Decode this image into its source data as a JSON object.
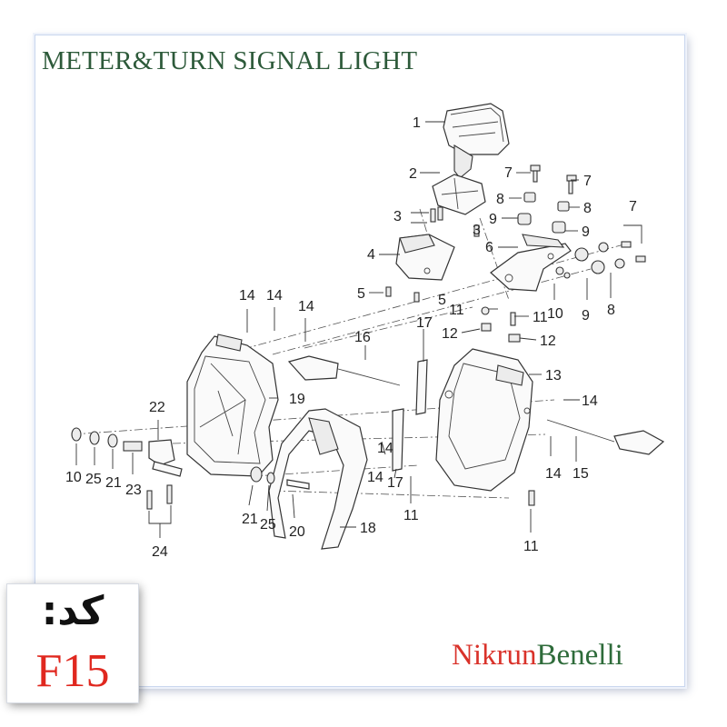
{
  "title": "METER&TURN SIGNAL LIGHT",
  "code": {
    "label": "کد:",
    "value": "F15"
  },
  "brand": {
    "part1": "Nikrun",
    "part2": "Benelli",
    "color1": "#d9322a",
    "color2": "#2e6b3a"
  },
  "callouts": [
    "1",
    "2",
    "3",
    "3",
    "4",
    "5",
    "5",
    "6",
    "7",
    "7",
    "7",
    "8",
    "8",
    "8",
    "9",
    "9",
    "9",
    "10",
    "10",
    "11",
    "11",
    "11",
    "11",
    "12",
    "12",
    "13",
    "14",
    "14",
    "14",
    "14",
    "14",
    "14",
    "14",
    "15",
    "16",
    "17",
    "17",
    "18",
    "19",
    "20",
    "21",
    "21",
    "22",
    "23",
    "24",
    "25",
    "25"
  ]
}
